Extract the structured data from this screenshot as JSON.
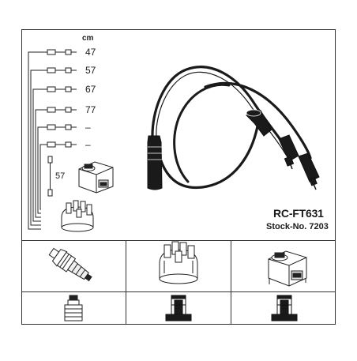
{
  "product": {
    "part_number": "RC-FT631",
    "stock_number": "Stock-No. 7203"
  },
  "lengths": {
    "unit": "cm",
    "rows": [
      "47",
      "57",
      "67",
      "77",
      "–",
      "–"
    ],
    "coil_lead": "57"
  },
  "colors": {
    "line": "#1a1a1a",
    "border": "#333333",
    "background": "#ffffff"
  },
  "icons": [
    "ignition-cable-set-icon",
    "spark-plug-icon",
    "distributor-cap-icon",
    "ignition-coil-icon",
    "plug-connector-icon",
    "cap-connector-icon",
    "coil-connector-icon"
  ]
}
